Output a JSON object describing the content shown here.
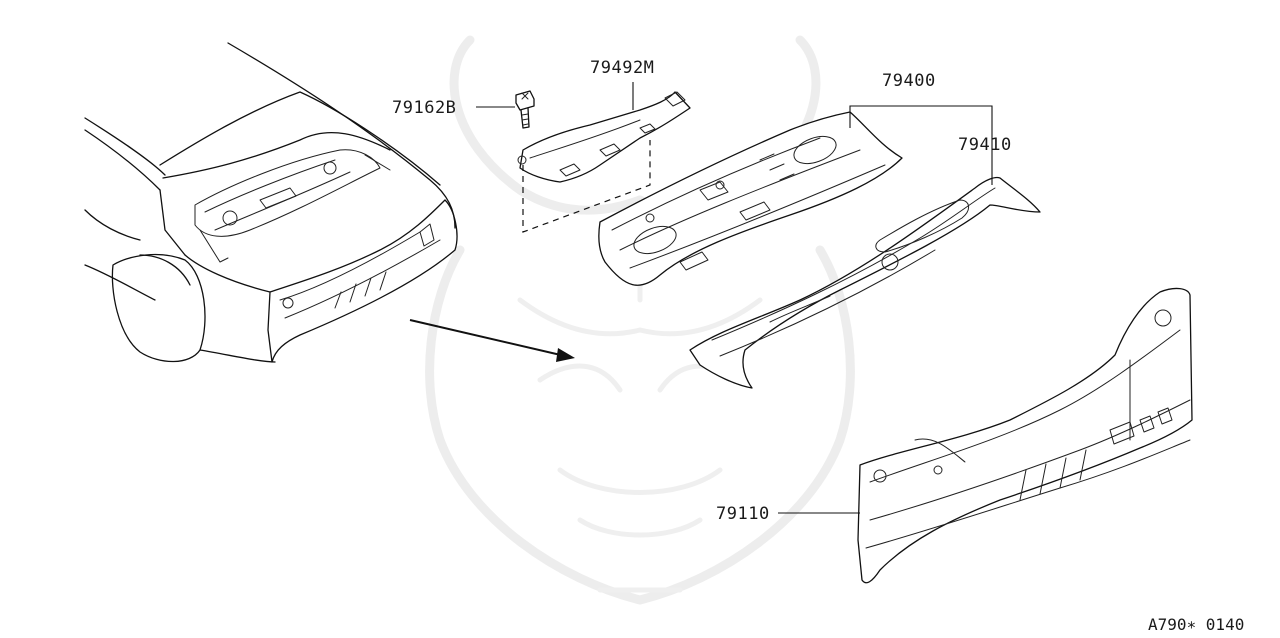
{
  "diagram": {
    "figure_code": "A790∗ 0140",
    "parts": [
      {
        "id": "p1",
        "number": "79162B",
        "name": "bolt"
      },
      {
        "id": "p2",
        "number": "79492M",
        "name": "bracket"
      },
      {
        "id": "p3",
        "number": "79400",
        "name": "rear parcel shelf assembly"
      },
      {
        "id": "p4",
        "number": "79410",
        "name": "rear parcel shelf panel"
      },
      {
        "id": "p5",
        "number": "79110",
        "name": "rear panel"
      }
    ]
  }
}
